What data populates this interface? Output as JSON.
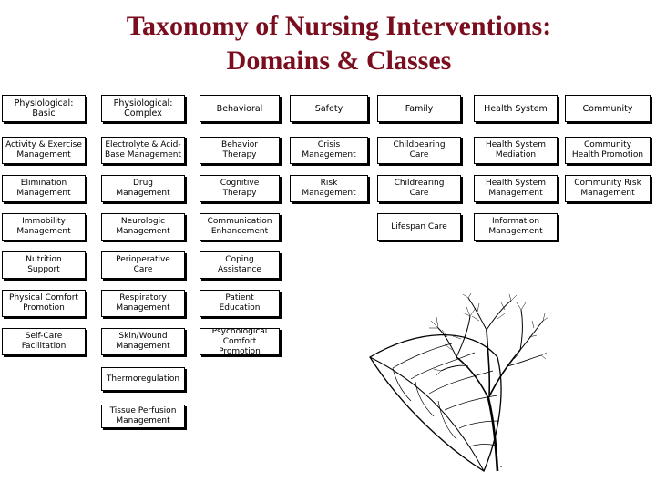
{
  "title": {
    "line1": "Taxonomy of Nursing Interventions:",
    "line2": "Domains & Classes"
  },
  "domains": [
    {
      "label": "Physiological:\nBasic",
      "classes": [
        "Activity & Exercise\nManagement",
        "Elimination\nManagement",
        "Immobility\nManagement",
        "Nutrition\nSupport",
        "Physical Comfort\nPromotion",
        "Self-Care\nFacilitation"
      ]
    },
    {
      "label": "Physiological:\nComplex",
      "classes": [
        "Electrolyte & Acid-\nBase Management",
        "Drug\nManagement",
        "Neurologic\nManagement",
        "Perioperative\nCare",
        "Respiratory\nManagement",
        "Skin/Wound\nManagement",
        "Thermoregulation",
        "Tissue Perfusion\nManagement"
      ]
    },
    {
      "label": "Behavioral",
      "classes": [
        "Behavior\nTherapy",
        "Cognitive\nTherapy",
        "Communication\nEnhancement",
        "Coping\nAssistance",
        "Patient\nEducation",
        "Psychological\nComfort Promotion"
      ]
    },
    {
      "label": "Safety",
      "classes": [
        "Crisis\nManagement",
        "Risk\nManagement"
      ]
    },
    {
      "label": "Family",
      "classes": [
        "Childbearing\nCare",
        "Childrearing\nCare",
        "Lifespan Care"
      ]
    },
    {
      "label": "Health System",
      "classes": [
        "Health System\nMediation",
        "Health System\nManagement",
        "Information\nManagement"
      ]
    },
    {
      "label": "Community",
      "classes": [
        "Community\nHealth Promotion",
        "Community Risk\nManagement"
      ]
    }
  ]
}
